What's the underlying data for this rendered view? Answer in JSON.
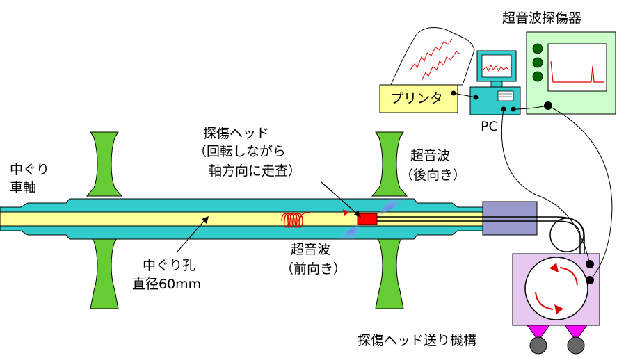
{
  "labels": {
    "axle": [
      "中ぐり",
      "車軸"
    ],
    "bore": [
      "中ぐり孔",
      "直径60mm"
    ],
    "head": [
      "探傷ヘッド",
      "（回転しながら",
      "軸方向に走査）"
    ],
    "wave_back": [
      "超音波",
      "（後向き）"
    ],
    "wave_front": [
      "超音波",
      "（前向き）"
    ],
    "flaw_detector": "超音波探傷器",
    "printer": "プリンタ",
    "pc": "PC",
    "feed_mechanism": "探傷ヘッド送り機構"
  },
  "colors": {
    "axle": "#33CCCC",
    "bore": "#FFFF99",
    "wheel": "#66CC33",
    "head": "#FF0000",
    "wave": "#9999FF",
    "spiral": "#E00000",
    "detector_bg": "#CCFFCC",
    "printer_bg": "#FFFF99",
    "pc_bg": "#33CCCC",
    "feed_bg": "#E6C8F0",
    "feed_wheel": "#FF00FF",
    "connector": "#9999CC"
  }
}
